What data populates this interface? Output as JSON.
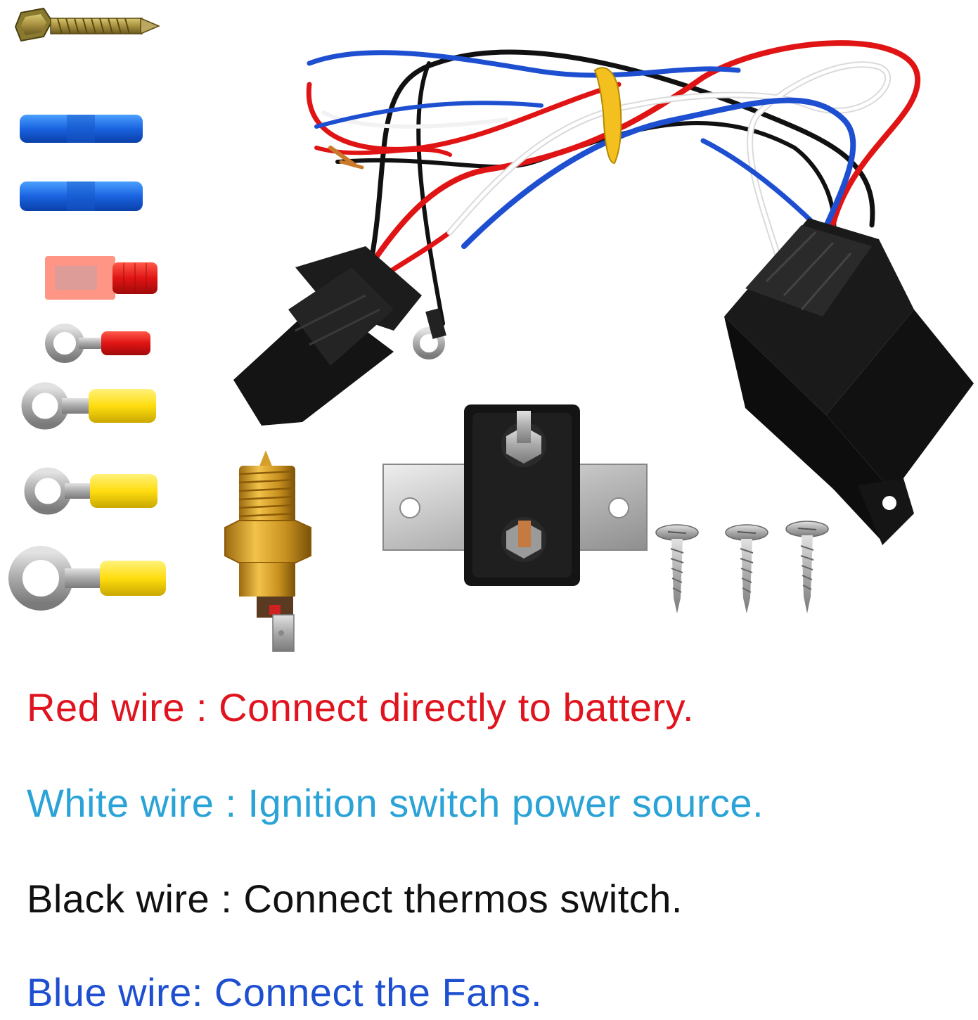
{
  "captions": [
    {
      "text": "Red wire : Connect directly to battery.",
      "color": "#e0141e"
    },
    {
      "text": "White wire : Ignition switch power source.",
      "color": "#2aa3d6"
    },
    {
      "text": "Black wire : Connect thermos switch.",
      "color": "#111111"
    },
    {
      "text": "Blue wire: Connect the Fans.",
      "color": "#1d4fd0"
    }
  ],
  "components": [
    "self-tapping-bolt-icon",
    "blue-butt-connector-icon",
    "red-spade-connector-icon",
    "red-ring-terminal-icon",
    "yellow-ring-terminal-icon",
    "temperature-sensor-icon",
    "circuit-breaker-icon",
    "wiring-harness-icon",
    "relay-icon",
    "screw-icon"
  ],
  "colors": {
    "red_wire": "#e0141e",
    "white_wire": "#f4f4f4",
    "black_wire": "#111111",
    "blue_wire": "#1d4fd0"
  }
}
